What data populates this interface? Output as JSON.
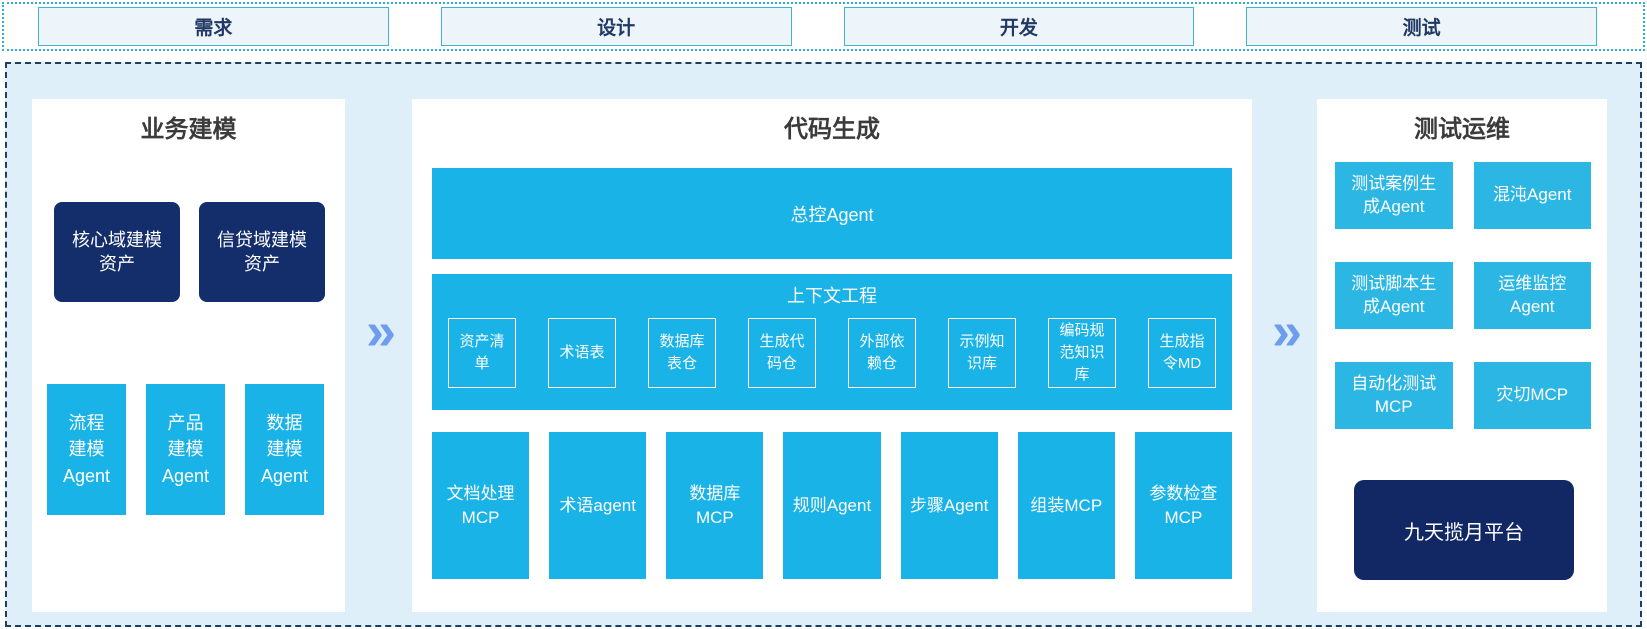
{
  "phases": {
    "items": [
      {
        "label": "需求"
      },
      {
        "label": "设计"
      },
      {
        "label": "开发"
      },
      {
        "label": "测试"
      }
    ]
  },
  "arrows": {
    "glyph": "»"
  },
  "colors": {
    "cyan": "#19b3e8",
    "cyan_light": "#2cb6e4",
    "navy_box": "#132e6b",
    "platform_navy": "#112864",
    "container_bg": "#dfeffa",
    "dotted_border": "#2fafd6",
    "dashed_border": "#1d3f63",
    "phase_text": "#203864",
    "title_text": "#3b3b3b",
    "chevron": "#6e9ded"
  },
  "panels": {
    "business": {
      "title": "业务建模",
      "asset_boxes": [
        {
          "label": "核心域建模\n资产"
        },
        {
          "label": "信贷域建模\n资产"
        }
      ],
      "agent_boxes": [
        {
          "label": "流程\n建模\nAgent"
        },
        {
          "label": "产品\n建模\nAgent"
        },
        {
          "label": "数据\n建模\nAgent"
        }
      ]
    },
    "codegen": {
      "title": "代码生成",
      "master_agent": {
        "label": "总控Agent"
      },
      "context_engineering": {
        "title": "上下文工程",
        "items": [
          {
            "label": "资产清\n单"
          },
          {
            "label": "术语表"
          },
          {
            "label": "数据库\n表仓"
          },
          {
            "label": "生成代\n码仓"
          },
          {
            "label": "外部依\n赖仓"
          },
          {
            "label": "示例知\n识库"
          },
          {
            "label": "编码规\n范知识\n库"
          },
          {
            "label": "生成指\n令MD"
          }
        ]
      },
      "tool_boxes": [
        {
          "label": "文档处理\nMCP"
        },
        {
          "label": "术语agent"
        },
        {
          "label": "数据库\nMCP"
        },
        {
          "label": "规则Agent"
        },
        {
          "label": "步骤Agent"
        },
        {
          "label": "组装MCP"
        },
        {
          "label": "参数检查\nMCP"
        }
      ]
    },
    "testops": {
      "title": "测试运维",
      "grid_boxes": [
        {
          "label": "测试案例生\n成Agent"
        },
        {
          "label": "混沌Agent"
        },
        {
          "label": "测试脚本生\n成Agent"
        },
        {
          "label": "运维监控\nAgent"
        },
        {
          "label": "自动化测试\nMCP"
        },
        {
          "label": "灾切MCP"
        }
      ],
      "platform": {
        "label": "九天揽月平台"
      }
    }
  }
}
